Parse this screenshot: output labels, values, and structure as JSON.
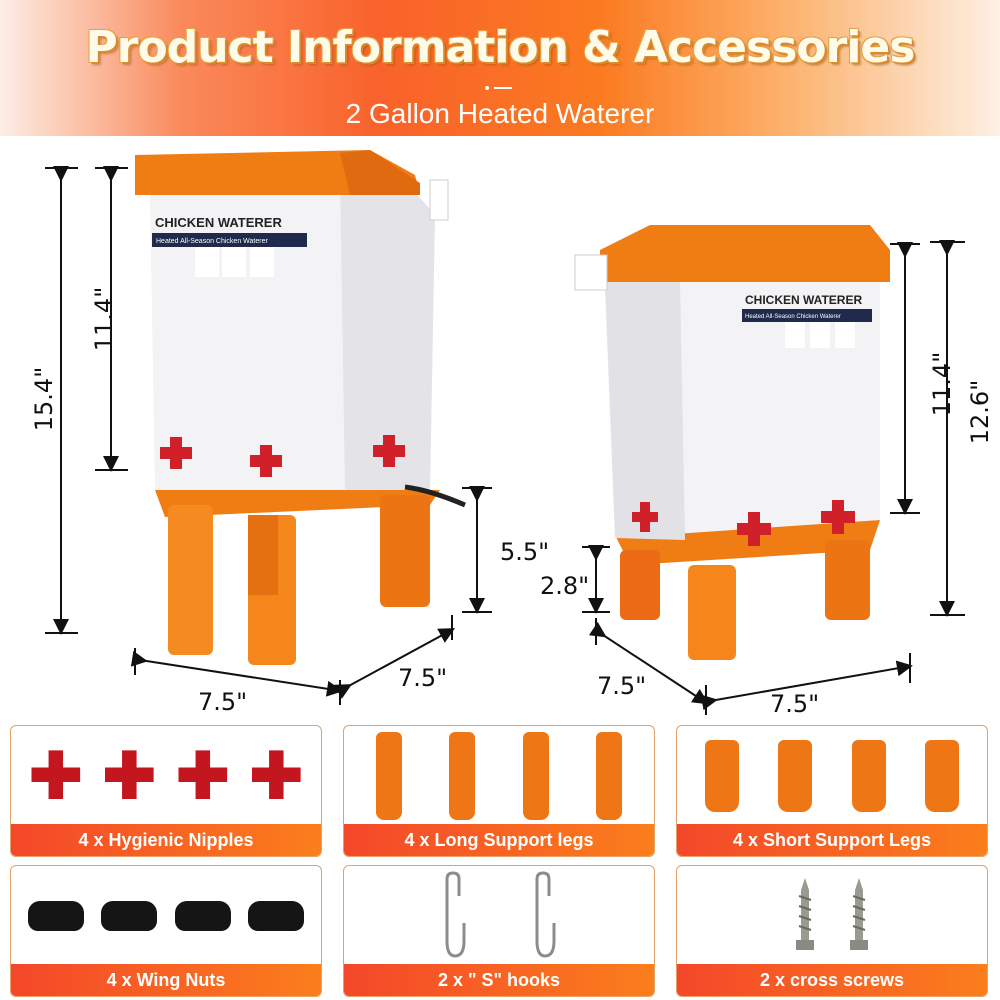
{
  "header": {
    "title": "Product Information & Accessories",
    "subtitle": "2 Gallon Heated Waterer",
    "gradient_colors": [
      "#fdeee6",
      "#f9622a",
      "#fb7a20",
      "#fdf0e4"
    ]
  },
  "product": {
    "label_title": "CHICKEN WATERER",
    "label_banner": "Heated All-Season Chicken Waterer",
    "label_icons": [
      "heater-icon",
      "recycle-icon",
      "no-bpa-icon"
    ]
  },
  "dimensions": {
    "left": {
      "total_height": "15.4\"",
      "body_height": "11.4\"",
      "leg_height": "5.5\"",
      "width": "7.5\"",
      "depth": "7.5\""
    },
    "right": {
      "total_height": "12.6\"",
      "body_height": "11.4\"",
      "leg_height": "2.8\"",
      "width": "7.5\"",
      "depth": "7.5\""
    }
  },
  "accessories": [
    {
      "label": "4 x Hygienic Nipples",
      "count": 4,
      "icon": "nipple-icon"
    },
    {
      "label": "4 x Long Support legs",
      "count": 4,
      "icon": "long-leg-icon"
    },
    {
      "label": "4 x Short Support Legs",
      "count": 4,
      "icon": "short-leg-icon"
    },
    {
      "label": "4 x Wing Nuts",
      "count": 4,
      "icon": "wing-nut-icon"
    },
    {
      "label": "2 x \" S\" hooks",
      "count": 2,
      "icon": "s-hook-icon"
    },
    {
      "label": "2 x cross screws",
      "count": 2,
      "icon": "screw-icon"
    }
  ],
  "colors": {
    "orange": "#f07c14",
    "red": "#d0202a",
    "label_gradient_start": "#f4472a",
    "label_gradient_end": "#fb7e1c",
    "navy": "#1f2a4c"
  }
}
